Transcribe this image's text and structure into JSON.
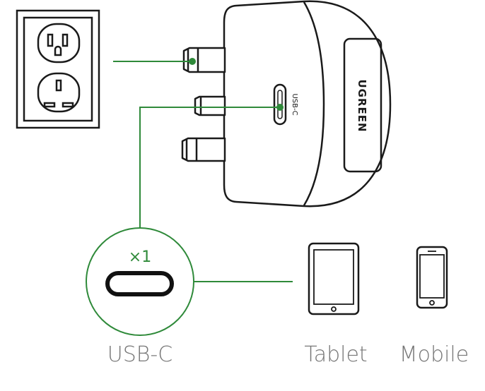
{
  "charger": {
    "brand": "UGREEN",
    "port_label": "USB-C"
  },
  "port_callout": {
    "count_text": "×1"
  },
  "labels": {
    "usbc": "USB-C",
    "tablet": "Tablet",
    "mobile": "Mobile"
  },
  "colors": {
    "accent": "#2f8a3a",
    "stroke": "#1a1a1a",
    "label_gray": "#777777"
  },
  "icons": [
    "wall-outlet-icon",
    "charger-icon",
    "usb-c-port-icon",
    "tablet-icon",
    "mobile-phone-icon"
  ]
}
